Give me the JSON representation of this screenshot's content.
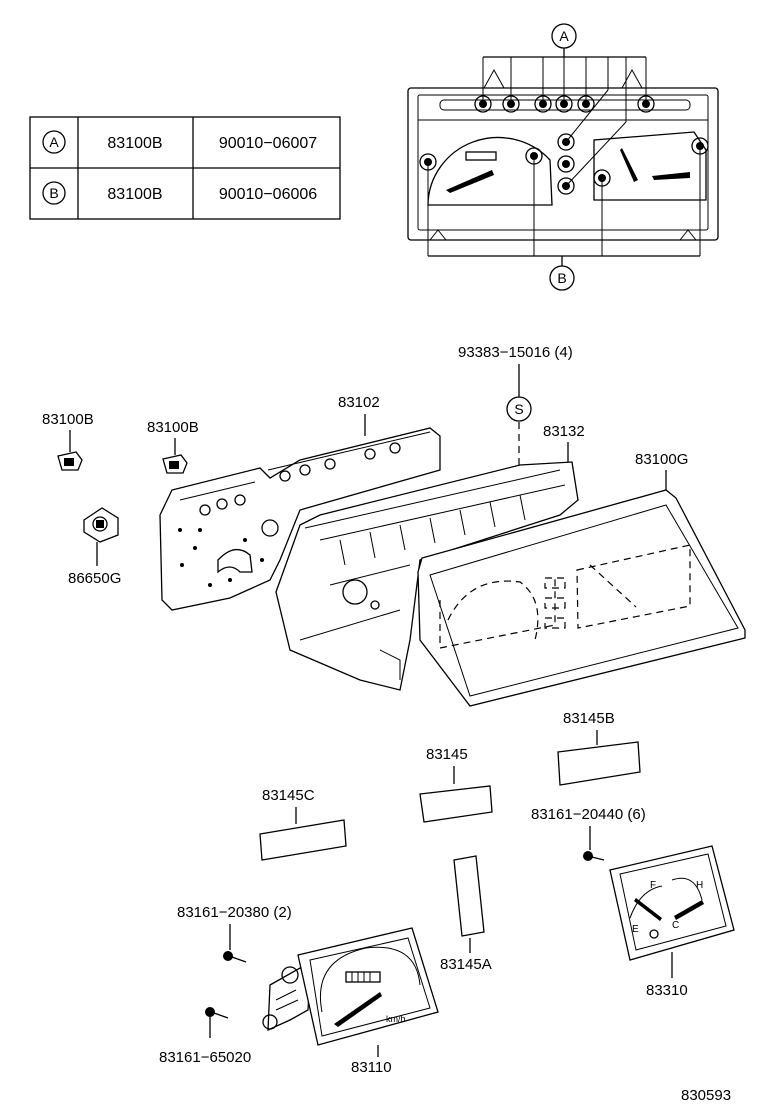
{
  "table": {
    "rows": [
      {
        "key": "A",
        "part": "83100B",
        "number": "90010−06007"
      },
      {
        "key": "B",
        "part": "83100B",
        "number": "90010−06006"
      }
    ]
  },
  "detail": {
    "callout_a": "A",
    "callout_b": "B"
  },
  "labels": {
    "screw_top": "93383−15016 (4)",
    "s_mark": "S",
    "p83100b_1": "83100B",
    "p83100b_2": "83100B",
    "p83102": "83102",
    "p83132": "83132",
    "p83100g": "83100G",
    "p86650g": "86650G",
    "p83145b": "83145B",
    "p83145": "83145",
    "p83145c": "83145C",
    "p83161_20440": "83161−20440 (6)",
    "p83161_20380": "83161−20380 (2)",
    "p83145a": "83145A",
    "p83310": "83310",
    "p83161_65020": "83161−65020",
    "p83110": "83110",
    "ref_number": "830593"
  },
  "gauge_text": {
    "speed_unit": "km/h",
    "fuel_e": "E",
    "fuel_f": "F",
    "temp_c": "C",
    "temp_h": "H"
  }
}
